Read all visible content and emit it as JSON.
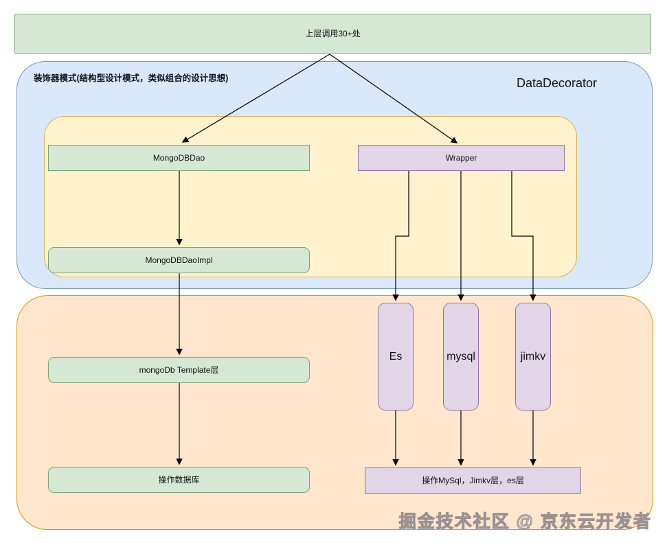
{
  "colors": {
    "canvas-bg": "#ffffff",
    "green-fill": "#d5e8d4",
    "green-stroke": "#82a377",
    "blue-fill": "#dae8fc",
    "blue-stroke": "#7a97c4",
    "yellow-fill": "#fff2cc",
    "yellow-stroke": "#d6b656",
    "orange-fill": "#ffe6cc",
    "orange-stroke": "#d79b00",
    "purple-fill": "#e1d5e7",
    "purple-stroke": "#9673a6",
    "arrow": "#000000",
    "text": "#111111",
    "watermark": "#9b9191"
  },
  "top_box": {
    "label": "上层调用30+处"
  },
  "decorator": {
    "title": "装饰器模式(结构型设计模式，类似组合的设计思想)",
    "name_label": "DataDecorator",
    "mongo_dao": "MongoDBDao",
    "wrapper": "Wrapper",
    "mongo_dao_impl": "MongoDBDaoImpl"
  },
  "storage": {
    "template_layer": "mongoDb Template层",
    "operate_db": "操作数据库",
    "es": "Es",
    "mysql": "mysql",
    "jimkv": "jimkv",
    "operate_targets": "操作MySql，Jimkv层，es层"
  },
  "watermark": "掘金技术社区 @ 京东云开发者"
}
